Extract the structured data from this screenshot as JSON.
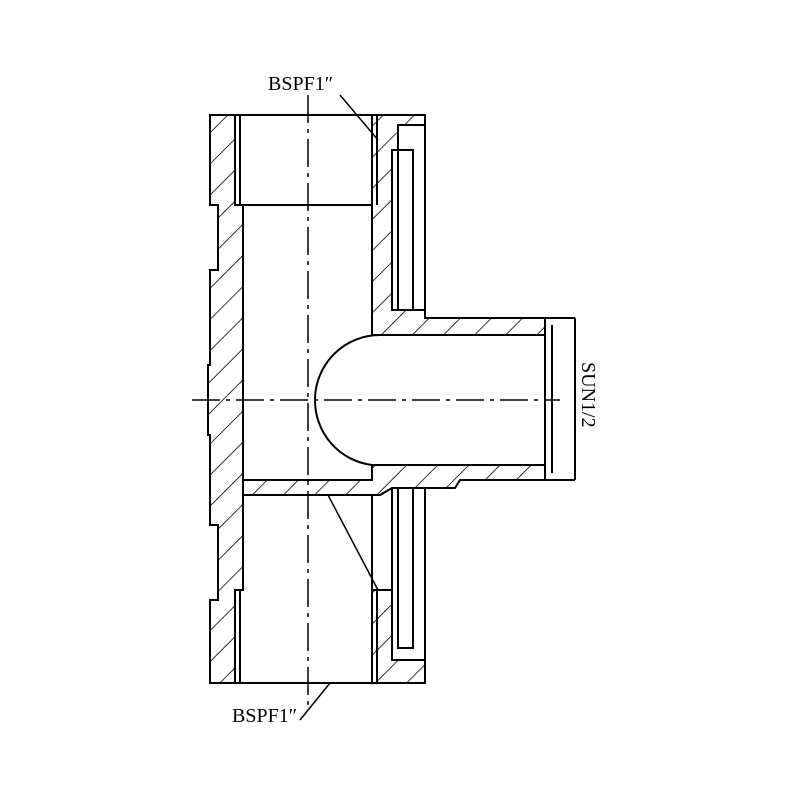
{
  "drawing": {
    "title": "Tee fitting cross-section",
    "labels": {
      "top_thread": "BSPF1″",
      "bottom_thread": "BSPF1″",
      "branch_thread": "SUN1/2"
    },
    "colors": {
      "line": "#000000",
      "background": "#ffffff"
    }
  }
}
